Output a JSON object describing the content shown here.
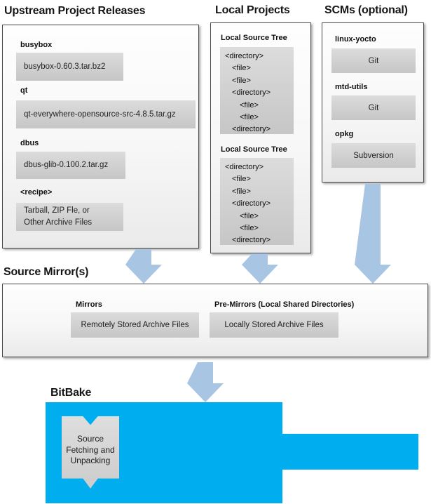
{
  "upstream": {
    "title": "Upstream Project Releases",
    "entries": [
      {
        "label": "busybox",
        "lines": [
          "busybox-0.60.3.tar.bz2"
        ]
      },
      {
        "label": "qt",
        "lines": [
          "qt-everywhere-opensource-src-4.8.5.tar.gz"
        ]
      },
      {
        "label": "dbus",
        "lines": [
          "dbus-glib-0.100.2.tar.gz"
        ]
      },
      {
        "label": "<recipe>",
        "lines": [
          "Tarball, ZIP Fle, or",
          "Other Archive Files"
        ]
      }
    ]
  },
  "local_projects": {
    "title": "Local Projects",
    "trees": [
      {
        "label": "Local Source Tree",
        "lines": [
          {
            "text": "<directory>",
            "indent": 0
          },
          {
            "text": "<file>",
            "indent": 1
          },
          {
            "text": "<file>",
            "indent": 1
          },
          {
            "text": "<directory>",
            "indent": 1
          },
          {
            "text": "<file>",
            "indent": 2
          },
          {
            "text": "<file>",
            "indent": 2
          },
          {
            "text": "<directory>",
            "indent": 1
          }
        ]
      },
      {
        "label": "Local Source Tree",
        "lines": [
          {
            "text": "<directory>",
            "indent": 0
          },
          {
            "text": "<file>",
            "indent": 1
          },
          {
            "text": "<file>",
            "indent": 1
          },
          {
            "text": "<directory>",
            "indent": 1
          },
          {
            "text": "<file>",
            "indent": 2
          },
          {
            "text": "<file>",
            "indent": 2
          },
          {
            "text": "<directory>",
            "indent": 1
          }
        ]
      }
    ]
  },
  "scms": {
    "title": "SCMs (optional)",
    "entries": [
      {
        "label": "linux-yocto",
        "scm": "Git"
      },
      {
        "label": "mtd-utils",
        "scm": "Git"
      },
      {
        "label": "opkg",
        "scm": "Subversion"
      }
    ]
  },
  "source_mirrors": {
    "title": "Source Mirror(s)",
    "mirrors": {
      "label": "Mirrors",
      "box": "Remotely Stored Archive Files"
    },
    "premirrors": {
      "label": "Pre-Mirrors (Local Shared Directories)",
      "box": "Locally Stored Archive Files"
    }
  },
  "bitbake": {
    "title": "BitBake",
    "process_lines": [
      "Source",
      "Fetching and",
      "Unpacking"
    ]
  },
  "colors": {
    "bitbake_blue": "#00AEEF",
    "arrow_blue": "#A9C5E4",
    "inner_box_gray_top": "#DCDCDC",
    "inner_box_gray_bottom": "#C6C6C6",
    "outer_border": "#4A4A4A"
  }
}
